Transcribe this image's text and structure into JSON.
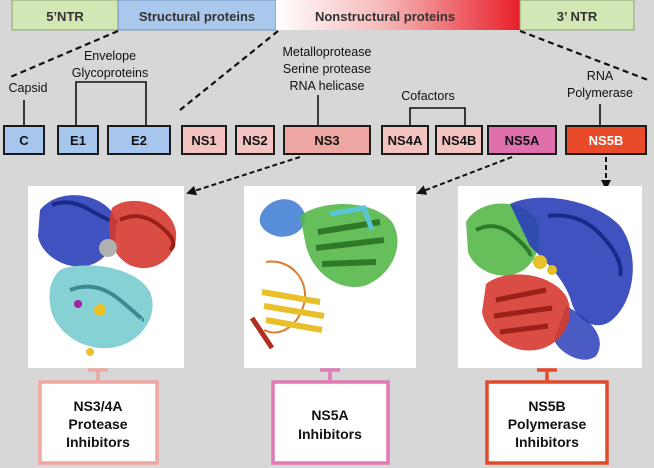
{
  "genome_bar": {
    "ntr5": "5’NTR",
    "structural": "Structural proteins",
    "nonstructural": "Nonstructural proteins",
    "ntr3": "3’ NTR"
  },
  "annotations": {
    "capsid": "Capsid",
    "envelope_line1": "Envelope",
    "envelope_line2": "Glycoproteins",
    "ns3_line1": "Metalloprotease",
    "ns3_line2": "Serine protease",
    "ns3_line3": "RNA helicase",
    "cofactors": "Cofactors",
    "rna_line1": "RNA",
    "rna_line2": "Polymerase"
  },
  "proteins": {
    "c": "C",
    "e1": "E1",
    "e2": "E2",
    "ns1": "NS1",
    "ns2": "NS2",
    "ns3": "NS3",
    "ns4a": "NS4A",
    "ns4b": "NS4B",
    "ns5a": "NS5A",
    "ns5b": "NS5B"
  },
  "inhibitors": {
    "ns34a_line1": "NS3/4A",
    "ns34a_line2": "Protease",
    "ns34a_line3": "Inhibitors",
    "ns5a_line1": "NS5A",
    "ns5a_line2": "Inhibitors",
    "ns5b_line1": "NS5B",
    "ns5b_line2": "Polymerase",
    "ns5b_line3": "Inhibitors"
  },
  "colors": {
    "background": "#d7d7d7",
    "ntr_green": "#d3e7b4",
    "structural_blue": "#a9c8ec",
    "capsid_blue": "#a6c6ee",
    "ns_light_pink": "#f3c3c1",
    "ns3_pink": "#eea6a3",
    "ns5a_magenta": "#e06fae",
    "ns5b_red": "#e84a2a",
    "inhibitor_pink": "#f0a7a3",
    "inhibitor_magenta": "#e07ab4",
    "inhibitor_red": "#e24a2c",
    "helix_blue": "#2a3fb8",
    "helix_red": "#d63a30",
    "helix_cyan": "#7fcfd2",
    "helix_green": "#57b84a",
    "strand_yellow": "#e7c02a"
  }
}
